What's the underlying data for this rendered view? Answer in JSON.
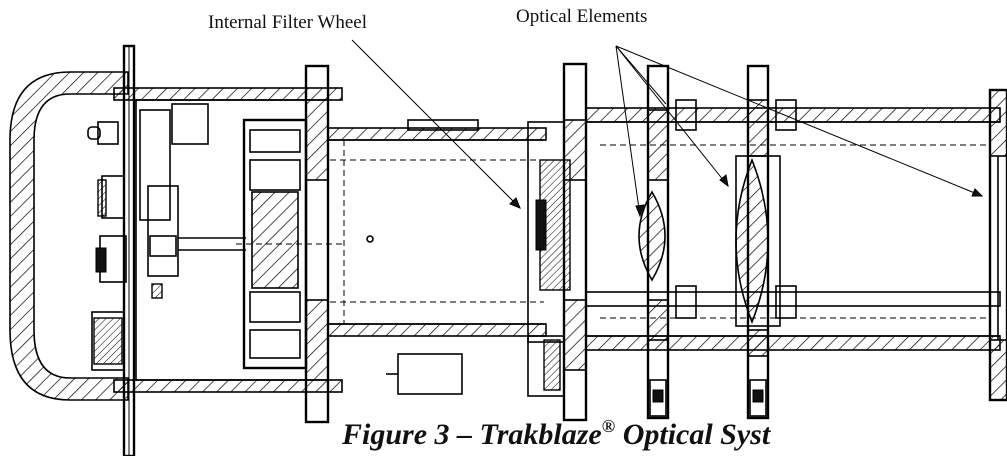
{
  "labels": {
    "filter_wheel": "Internal Filter Wheel",
    "optical_elements": "Optical Elements"
  },
  "caption": {
    "main": "Figure 3 – Trakblaze",
    "registered": "®",
    "tail": " Optical Syst"
  }
}
